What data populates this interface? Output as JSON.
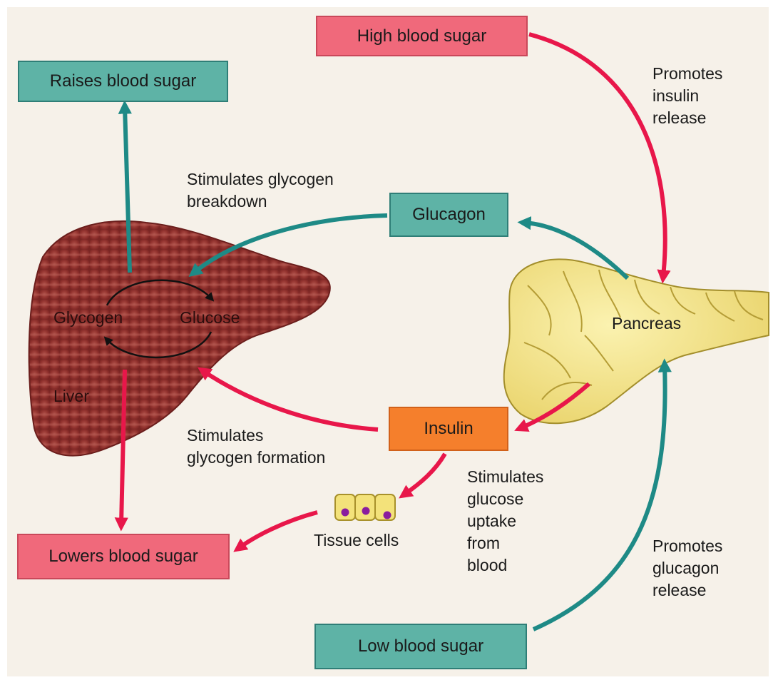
{
  "boxes": {
    "high_blood_sugar": "High blood sugar",
    "raises_blood_sugar": "Raises blood sugar",
    "glucagon": "Glucagon",
    "insulin": "Insulin",
    "lowers_blood_sugar": "Lowers blood sugar",
    "low_blood_sugar": "Low blood sugar"
  },
  "organs": {
    "glycogen": "Glycogen",
    "glucose": "Glucose",
    "liver": "Liver",
    "pancreas": "Pancreas",
    "tissue_cells": "Tissue cells"
  },
  "labels": {
    "promotes_insulin": [
      "Promotes",
      "insulin",
      "release"
    ],
    "stimulates_breakdown": [
      "Stimulates glycogen",
      "breakdown"
    ],
    "stimulates_formation": [
      "Stimulates",
      "glycogen formation"
    ],
    "stimulates_uptake": [
      "Stimulates",
      "glucose",
      "uptake",
      "from",
      "blood"
    ],
    "promotes_glucagon": [
      "Promotes",
      "glucagon",
      "release"
    ]
  },
  "colors": {
    "red_box": "#f0697b",
    "teal_box": "#5eb3a6",
    "orange_box": "#f57f2c",
    "red_arrow": "#e8174a",
    "teal_arrow": "#1e8a86",
    "liver": "#8e2f2c",
    "pancreas": "#f4e48a"
  }
}
